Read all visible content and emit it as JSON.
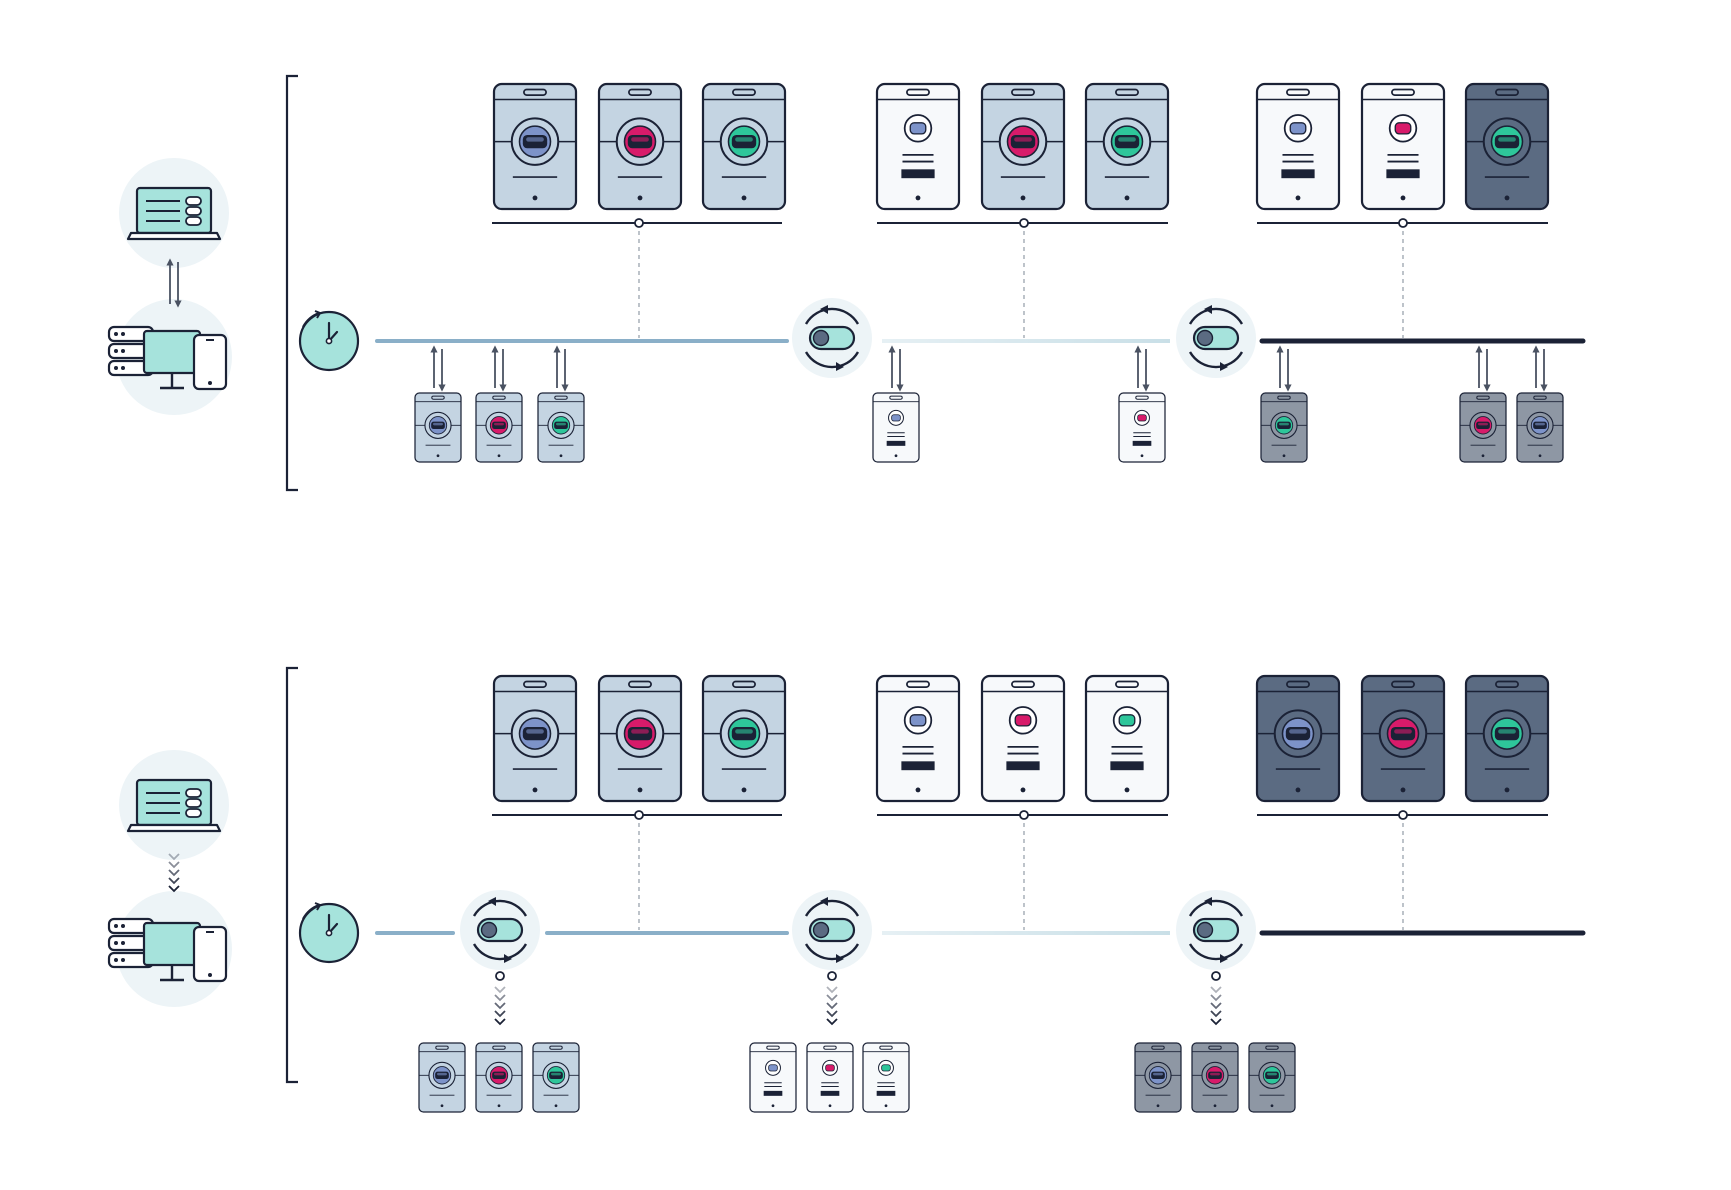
{
  "palette": {
    "ink": "#1b2236",
    "pale_blue": "#c4d4e2",
    "white_fill": "#f7f9fb",
    "dark_slate": "#5b6b82",
    "gray_small": "#8e97a4",
    "mint": "#a6e3dc",
    "halo": "#edf4f7",
    "line_blue": "#8aafc8",
    "line_light": "#c9dfe7",
    "dash": "#9aa3ad",
    "arrow": "#4a5262",
    "dot_blue": "#7d93c9",
    "dot_pink": "#d81b6a",
    "dot_green": "#2ec69a"
  },
  "diagram": {
    "panels": [
      {
        "id": "sync",
        "left_link": "bidirectional-arrows",
        "segments": [
          {
            "line_style": "medium-blue",
            "large_cards": [
              "fill-blue",
              "fill-blue",
              "fill-blue"
            ],
            "large_marks": [
              "blue",
              "pink",
              "green"
            ]
          },
          {
            "line_style": "light-blue",
            "large_cards": [
              "profile",
              "fill-blue",
              "fill-blue"
            ],
            "large_marks": [
              "blue",
              "pink",
              "green"
            ]
          },
          {
            "line_style": "dark",
            "large_cards": [
              "profile",
              "profile",
              "fill-dark"
            ],
            "large_marks": [
              "blue",
              "pink",
              "green"
            ]
          }
        ],
        "toggles_on_line": 2,
        "small_devices": [
          {
            "style": "fill-blue",
            "mark": "blue"
          },
          {
            "style": "fill-blue",
            "mark": "pink"
          },
          {
            "style": "fill-blue",
            "mark": "green"
          },
          {
            "style": "profile",
            "mark": "blue"
          },
          {
            "style": "profile",
            "mark": "pink"
          },
          {
            "style": "fill-gray",
            "mark": "green"
          },
          {
            "style": "fill-gray",
            "mark": "pink"
          },
          {
            "style": "fill-gray",
            "mark": "blue"
          }
        ]
      },
      {
        "id": "push",
        "left_link": "downward-chevrons",
        "segments": [
          {
            "line_style": "medium-blue",
            "large_cards": [
              "fill-blue",
              "fill-blue",
              "fill-blue"
            ],
            "large_marks": [
              "blue",
              "pink",
              "green"
            ]
          },
          {
            "line_style": "light-blue",
            "large_cards": [
              "profile",
              "profile",
              "profile"
            ],
            "large_marks": [
              "blue",
              "pink",
              "green"
            ]
          },
          {
            "line_style": "dark",
            "large_cards": [
              "fill-dark",
              "fill-dark",
              "fill-dark"
            ],
            "large_marks": [
              "blue",
              "pink",
              "green"
            ]
          }
        ],
        "toggles_on_line": 3,
        "small_devices": [
          {
            "style": "fill-blue",
            "mark": "blue"
          },
          {
            "style": "fill-blue",
            "mark": "pink"
          },
          {
            "style": "fill-blue",
            "mark": "green"
          },
          {
            "style": "profile",
            "mark": "blue"
          },
          {
            "style": "profile",
            "mark": "pink"
          },
          {
            "style": "profile",
            "mark": "green"
          },
          {
            "style": "fill-gray",
            "mark": "blue"
          },
          {
            "style": "fill-gray",
            "mark": "pink"
          },
          {
            "style": "fill-gray",
            "mark": "green"
          }
        ]
      }
    ],
    "icons": [
      "laptop-icon",
      "server-desktop-phone-icon",
      "clock-icon",
      "toggle-sync-icon",
      "phone-icon"
    ]
  }
}
